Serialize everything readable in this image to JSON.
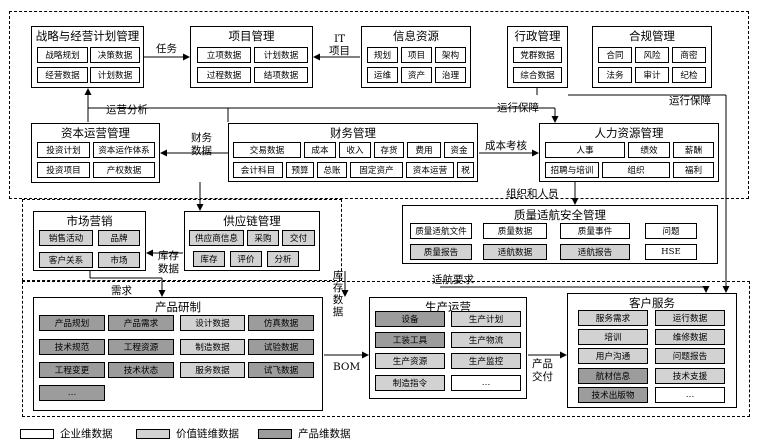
{
  "strategy": {
    "title": "战略与经营计划管理",
    "cells": [
      "战略规划",
      "决策数据",
      "经营数据",
      "计划数据"
    ]
  },
  "project": {
    "title": "项目管理",
    "cells": [
      "立项数据",
      "计划数据",
      "过程数据",
      "结项数据"
    ]
  },
  "info": {
    "title": "信息资源",
    "cells": [
      "规划",
      "项目",
      "架构",
      "运维",
      "资产",
      "治理"
    ]
  },
  "admin": {
    "title": "行政管理",
    "cells": [
      "党群数据",
      "综合数据"
    ]
  },
  "compliance": {
    "title": "合规管理",
    "cells": [
      "合同",
      "风险",
      "商密",
      "法务",
      "审计",
      "纪检"
    ]
  },
  "capital": {
    "title": "资本运营管理",
    "cells": [
      "投资计划",
      "资本运作体系",
      "投资项目",
      "产权数据"
    ]
  },
  "finance": {
    "title": "财务管理",
    "cells": [
      "交易数据",
      "成本",
      "收入",
      "存货",
      "费用",
      "资金",
      "会计科目",
      "预算",
      "总账",
      "固定资产",
      "资本运营",
      "税"
    ]
  },
  "hr": {
    "title": "人力资源管理",
    "cells": [
      "人事",
      "绩效",
      "薪酬",
      "招聘与培训",
      "组织",
      "福利"
    ]
  },
  "quality": {
    "title": "质量适航安全管理",
    "cells": [
      "质量适航文件",
      "质量数据",
      "质量事件",
      "问题",
      "质量报告",
      "适航数据",
      "适航报告",
      "HSE"
    ]
  },
  "marketing": {
    "title": "市场营销",
    "cells": [
      "销售活动",
      "品牌",
      "客户关系",
      "市场"
    ]
  },
  "supply": {
    "title": "供应链管理",
    "cells": [
      "供应商信息",
      "采购",
      "交付",
      "库存",
      "评价",
      "分析"
    ]
  },
  "rd": {
    "title": "产品研制",
    "cells": [
      "产品规划",
      "产品需求",
      "设计数据",
      "仿真数据",
      "技术规范",
      "工程资源",
      "制造数据",
      "试验数据",
      "工程变更",
      "技术状态",
      "服务数据",
      "试飞数据",
      "…"
    ]
  },
  "production": {
    "title": "生产运营",
    "cells": [
      "设备",
      "生产计划",
      "工装工具",
      "生产物流",
      "生产资源",
      "生产监控",
      "制造指令",
      "…"
    ]
  },
  "customer": {
    "title": "客户服务",
    "cells": [
      "服务需求",
      "运行数据",
      "培训",
      "维修数据",
      "用户沟通",
      "问题报告",
      "航材信息",
      "技术支援",
      "技术出版物",
      "…"
    ]
  },
  "flows": {
    "task": "任务",
    "it": "IT",
    "it2": "项目",
    "ops_analysis": "运营分析",
    "ops_support": "运行保障",
    "ops_support2": "运行保障",
    "fin_data": "财务",
    "fin_data2": "数据",
    "cost_assess": "成本考核",
    "org_people": "组织和人员",
    "inventory": "库存",
    "inventory2": "数据",
    "inv_v": "库存数据",
    "airworthiness": "适航要求",
    "demand": "需求",
    "bom": "BOM",
    "product": "产品",
    "product2": "交付"
  },
  "legend": [
    "企业维数据",
    "价值链维数据",
    "产品维数据"
  ],
  "colors": {
    "white": "#ffffff",
    "gray": "#d2d2d2",
    "dark": "#9c9c9c"
  }
}
